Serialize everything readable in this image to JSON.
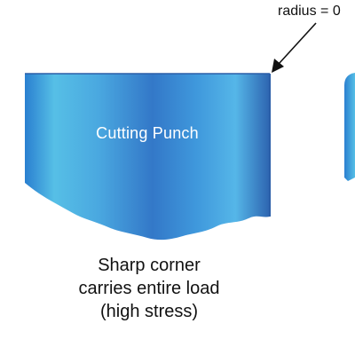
{
  "callout": {
    "label": "radius = 0"
  },
  "punch": {
    "label": "Cutting Punch"
  },
  "caption": {
    "lines": [
      "Sharp corner",
      "carries entire load",
      "(high stress)"
    ]
  },
  "colors": {
    "punch_dark": "#2a6fc0",
    "punch_mid": "#3a8ddb",
    "punch_light": "#5cc3e6",
    "punch_edge": "#2b5fa8",
    "arrow": "#111111",
    "text": "#111111",
    "label_text": "#ffffff"
  }
}
